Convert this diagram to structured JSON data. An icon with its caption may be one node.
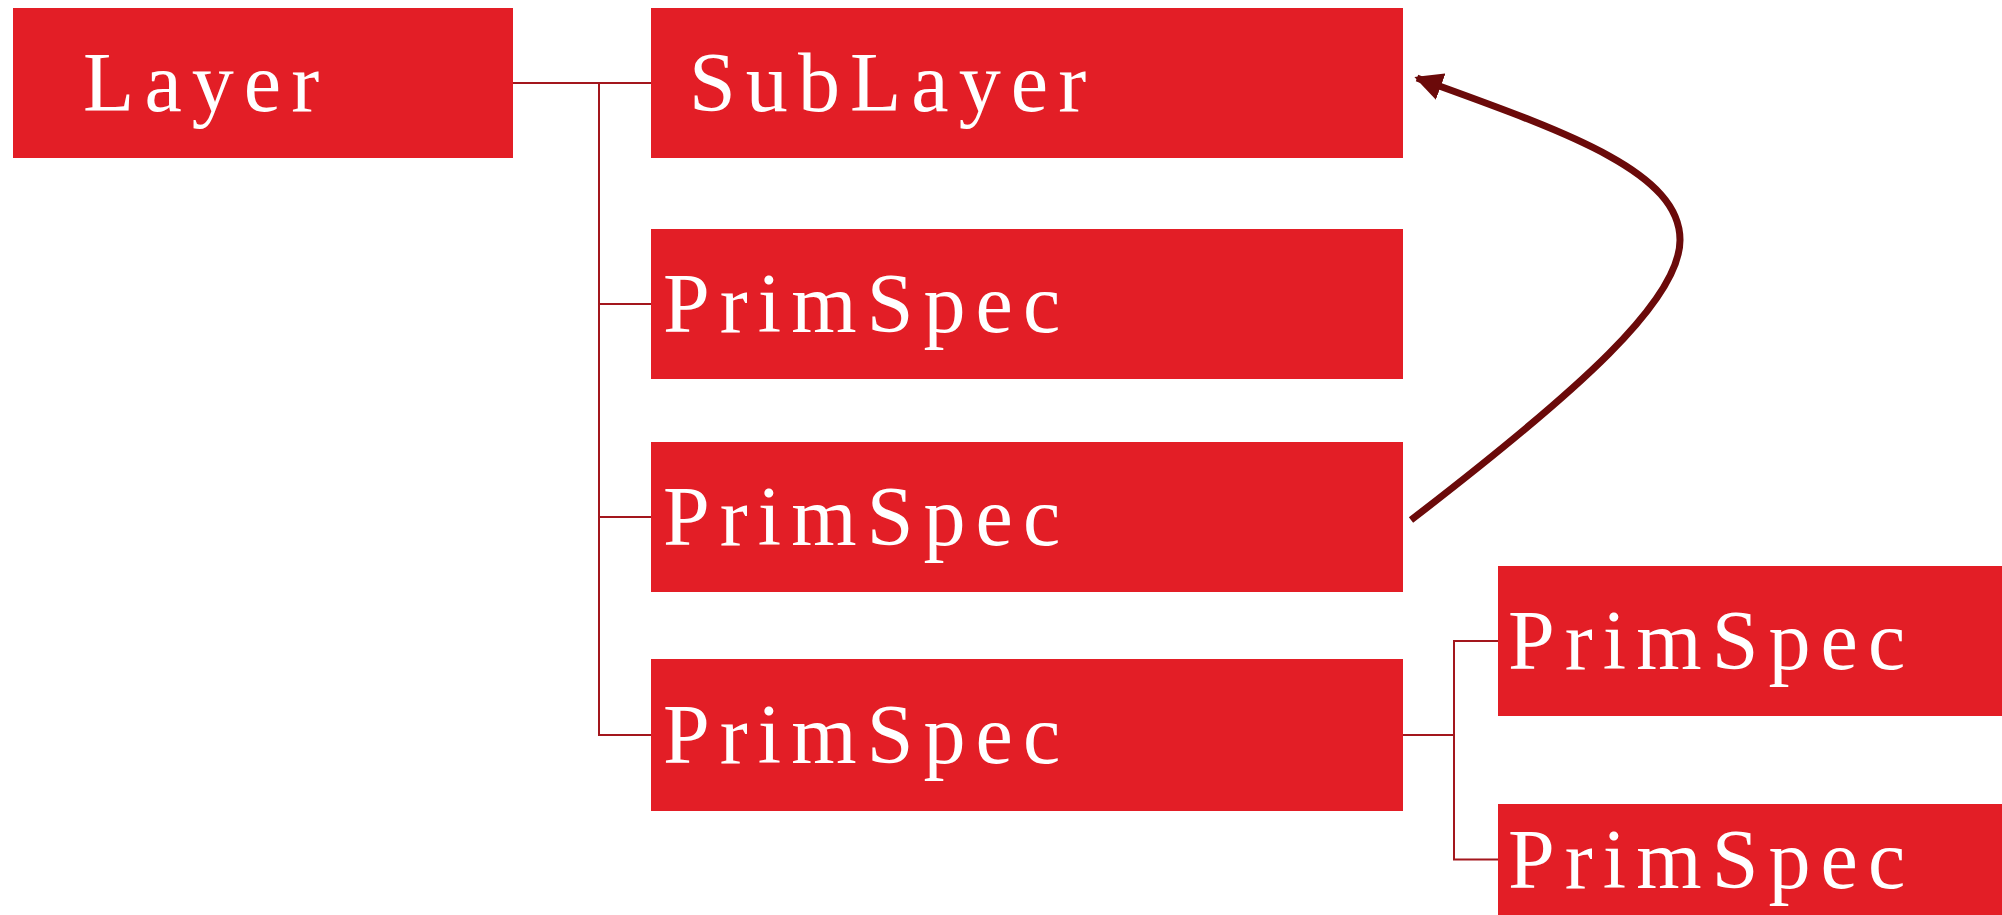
{
  "diagram": {
    "nodes": [
      {
        "text": [
          "Layer"
        ]
      },
      {
        "text": [
          "SubLayer"
        ]
      },
      {
        "text": [
          "PrimSpec"
        ]
      },
      {
        "text": [
          "PrimSpec"
        ]
      },
      {
        "text": [
          "PrimSpec"
        ]
      },
      {
        "text": [
          "PrimSpec"
        ]
      },
      {
        "text": [
          "PrimSpec"
        ]
      }
    ],
    "edges": [
      {
        "from": 0,
        "to": 1,
        "arrow": "none"
      },
      {
        "from": 0,
        "to": 2,
        "arrow": "none"
      },
      {
        "from": 0,
        "to": 3,
        "arrow": "none"
      },
      {
        "from": 0,
        "to": 4,
        "arrow": "none"
      },
      {
        "from": 4,
        "to": 5,
        "arrow": "none"
      },
      {
        "from": 4,
        "to": 6,
        "arrow": "none"
      },
      {
        "from": 3,
        "to": 1,
        "arrow": "to",
        "style": "thick",
        "color": "#6b0a0a"
      }
    ]
  }
}
